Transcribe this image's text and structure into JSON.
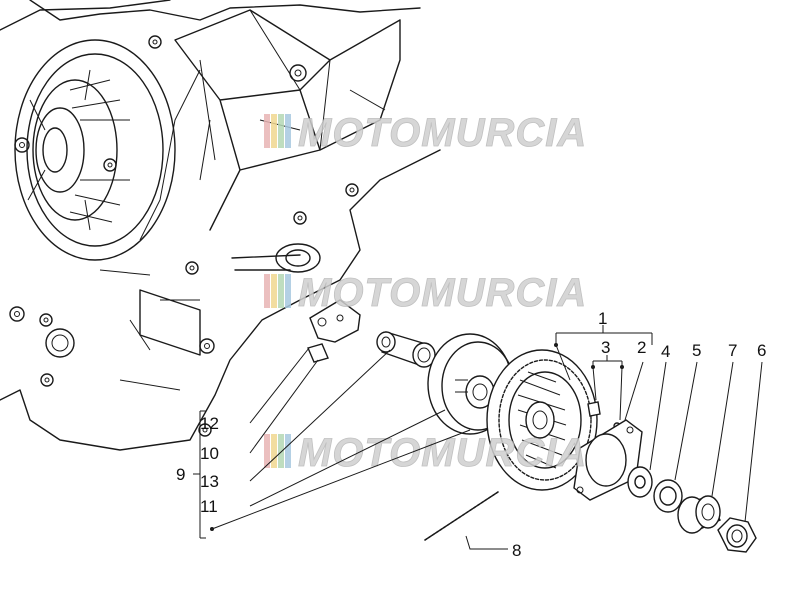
{
  "watermark": {
    "text": "MOTOMURCIA",
    "stripe_colors": [
      "#e8b4b4",
      "#f0d890",
      "#b4d8b4",
      "#a8c8e0"
    ]
  },
  "callouts": {
    "p1": "1",
    "p2": "2",
    "p3": "3",
    "p4": "4",
    "p5": "5",
    "p6": "6",
    "p7": "7",
    "p8": "8",
    "p9": "9",
    "p10": "10",
    "p11": "11",
    "p12": "12",
    "p13": "13"
  }
}
